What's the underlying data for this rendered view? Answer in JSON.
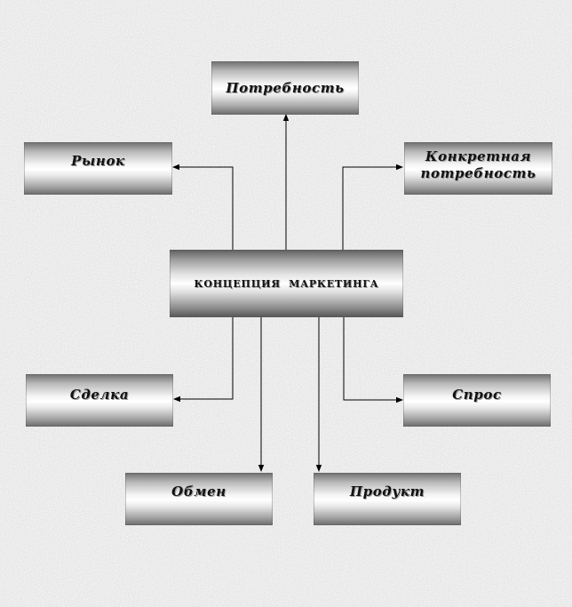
{
  "diagram": {
    "center": "КОНЦЕПЦИЯ  МАРКЕТИНГА",
    "nodes": {
      "need": "Потребность",
      "market": "Рынок",
      "specific_need": "Конкретная\nпотребность",
      "deal": "Сделка",
      "demand": "Спрос",
      "exchange": "Обмен",
      "product": "Продукт"
    },
    "edges": [
      {
        "from": "center",
        "to": "need"
      },
      {
        "from": "center",
        "to": "market"
      },
      {
        "from": "center",
        "to": "specific_need"
      },
      {
        "from": "center",
        "to": "deal"
      },
      {
        "from": "center",
        "to": "demand"
      },
      {
        "from": "center",
        "to": "exchange"
      },
      {
        "from": "center",
        "to": "product"
      }
    ]
  }
}
